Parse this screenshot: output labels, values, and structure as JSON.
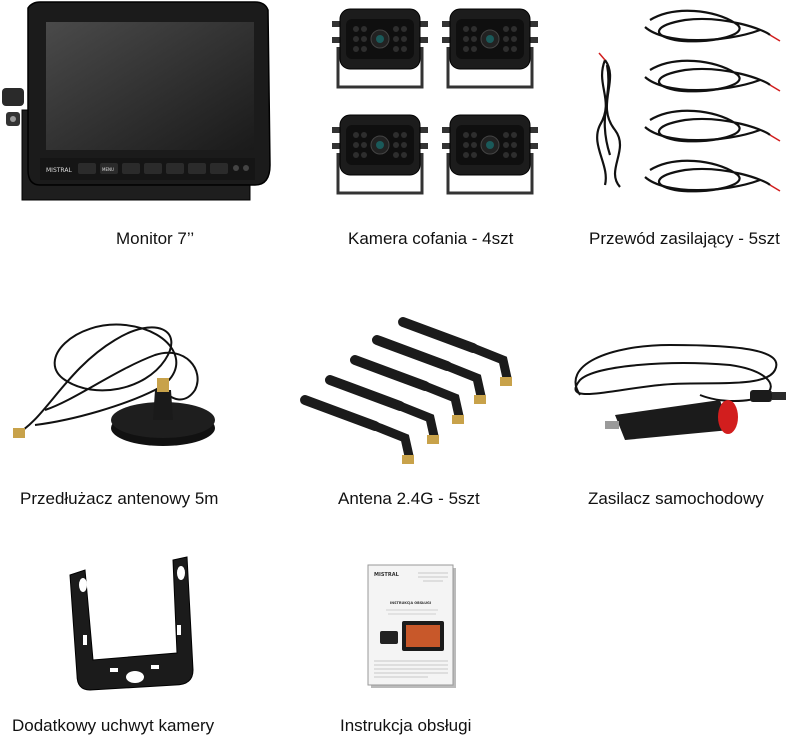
{
  "items": [
    {
      "id": "monitor",
      "label": "Monitor 7’’",
      "brand": "MISTRAL",
      "button_text": "MENU"
    },
    {
      "id": "camera",
      "label": "Kamera cofania - 4szt"
    },
    {
      "id": "power-cable",
      "label": "Przewód zasilający - 5szt"
    },
    {
      "id": "antenna-extension",
      "label": "Przedłużacz antenowy 5m"
    },
    {
      "id": "antenna",
      "label": "Antena 2.4G - 5szt"
    },
    {
      "id": "car-charger",
      "label": "Zasilacz samochodowy"
    },
    {
      "id": "bracket",
      "label": "Dodatkowy uchwyt kamery"
    },
    {
      "id": "manual",
      "label": "Instrukcja obsługi",
      "brand": "MISTRAL",
      "title": "INSTRUKCJA OBSŁUGI"
    }
  ],
  "colors": {
    "product": "#1b1b1b",
    "gold": "#c8a24a",
    "red": "#d21e1e",
    "screen": "#3a3a3a"
  }
}
